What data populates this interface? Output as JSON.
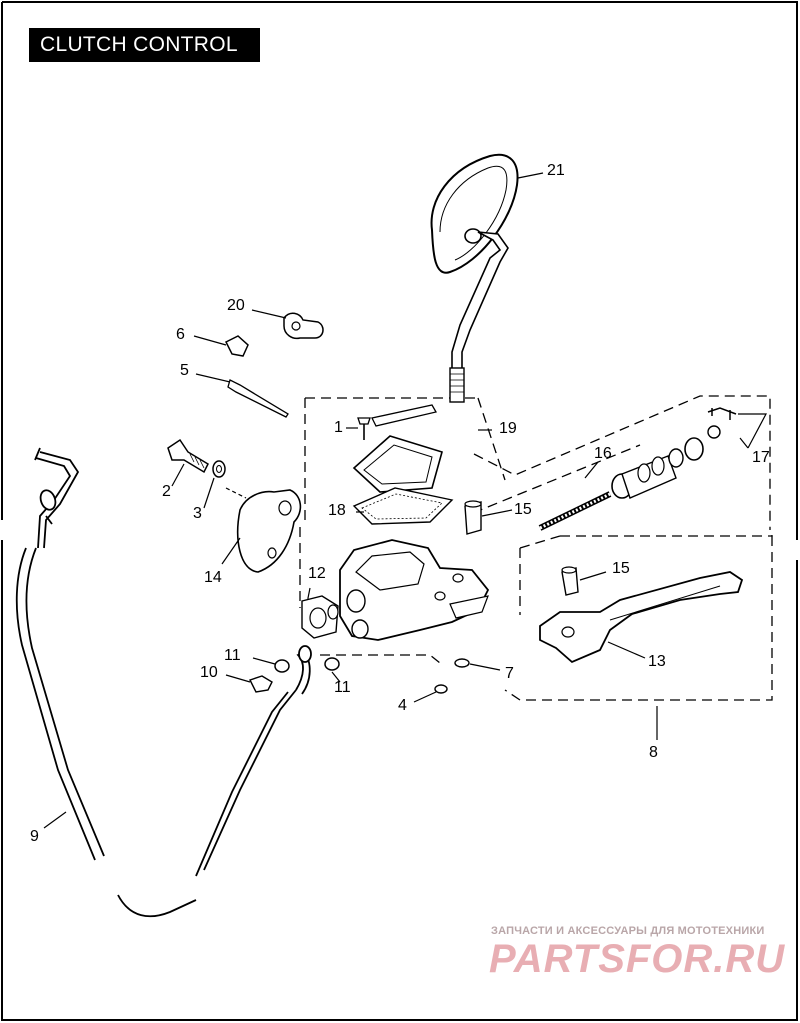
{
  "title": "CLUTCH CONTROL",
  "callouts": [
    {
      "id": "c21",
      "text": "21"
    },
    {
      "id": "c20",
      "text": "20"
    },
    {
      "id": "c6",
      "text": "6"
    },
    {
      "id": "c5",
      "text": "5"
    },
    {
      "id": "c1",
      "text": "1"
    },
    {
      "id": "c19",
      "text": "19"
    },
    {
      "id": "c16",
      "text": "16"
    },
    {
      "id": "c17",
      "text": "17"
    },
    {
      "id": "c2",
      "text": "2"
    },
    {
      "id": "c3",
      "text": "3"
    },
    {
      "id": "c18",
      "text": "18"
    },
    {
      "id": "c15a",
      "text": "15"
    },
    {
      "id": "c14",
      "text": "14"
    },
    {
      "id": "c12",
      "text": "12"
    },
    {
      "id": "c15b",
      "text": "15"
    },
    {
      "id": "c11a",
      "text": "11"
    },
    {
      "id": "c10",
      "text": "10"
    },
    {
      "id": "c11b",
      "text": "11"
    },
    {
      "id": "c7",
      "text": "7"
    },
    {
      "id": "c13",
      "text": "13"
    },
    {
      "id": "c4",
      "text": "4"
    },
    {
      "id": "c8",
      "text": "8"
    },
    {
      "id": "c9",
      "text": "9"
    }
  ],
  "watermark": {
    "tagline": "ЗАПЧАСТИ И АКСЕССУАРЫ ДЛЯ МОТОТЕХНИКИ",
    "logo": "PARTSFOR.RU",
    "color": "#e8aeb3"
  }
}
